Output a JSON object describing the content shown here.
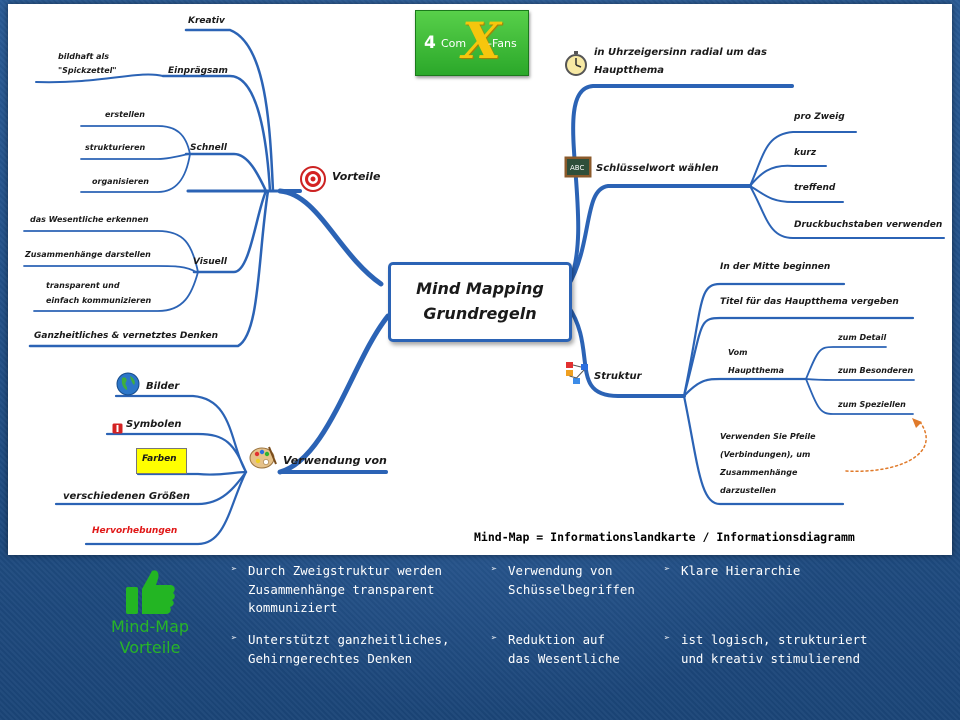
{
  "center": {
    "line1": "Mind Mapping",
    "line2": "Grundregeln"
  },
  "logo": {
    "four": "4",
    "com": "Com",
    "x": "X",
    "fans": "-Fans"
  },
  "caption": "Mind-Map = Informationslandkarte / Informationsdiagramm",
  "vorteile": {
    "label": "Vorteile",
    "kreativ": "Kreativ",
    "einpraegsam": "Einprägsam",
    "bildhaft_1": "bildhaft als",
    "bildhaft_2": "\"Spickzettel\"",
    "schnell": "Schnell",
    "erstellen": "erstellen",
    "strukturieren": "strukturieren",
    "organisieren": "organisieren",
    "visuell": "Visuell",
    "wesentliche": "das Wesentliche erkennen",
    "zusammenhaenge": "Zusammenhänge darstellen",
    "transparent_1": "transparent und",
    "transparent_2": "einfach kommunizieren",
    "ganzheitlich": "Ganzheitliches & vernetztes Denken"
  },
  "verwendung": {
    "label": "Verwendung von",
    "bilder": "Bilder",
    "symbolen": "Symbolen",
    "farben": "Farben",
    "groessen": "verschiedenen Größen",
    "hervorhebungen": "Hervorhebungen"
  },
  "uhrzeiger": {
    "line1": "in Uhrzeigersinn radial um das",
    "line2": "Hauptthema"
  },
  "schluessel": {
    "label": "Schlüsselwort wählen",
    "pro_zweig": "pro Zweig",
    "kurz": "kurz",
    "treffend": "treffend",
    "druck": "Druckbuchstaben verwenden"
  },
  "struktur": {
    "label": "Struktur",
    "mitte": "In der Mitte beginnen",
    "titel": "Titel für das Hauptthema vergeben",
    "vom_1": "Vom",
    "vom_2": "Hauptthema",
    "detail": "zum Detail",
    "besonderen": "zum Besonderen",
    "speziellen": "zum Speziellen",
    "pfeile_1": "Verwenden Sie Pfeile",
    "pfeile_2": "(Verbindungen), um",
    "pfeile_3": "Zusammenhänge",
    "pfeile_4": "darzustellen"
  },
  "bottom": {
    "thumb_line1": "Mind-Map",
    "thumb_line2": "Vorteile",
    "b1_1": "Durch Zweigstruktur werden",
    "b1_2": "Zusammenhänge transparent",
    "b1_3": "kommuniziert",
    "b2_1": "Verwendung von",
    "b2_2": "Schüsselbegriffen",
    "b3_1": "Klare Hierarchie",
    "b4_1": "Unterstützt ganzheitliches,",
    "b4_2": "Gehirngerechtes Denken",
    "b5_1": "Reduktion auf",
    "b5_2": "das Wesentliche",
    "b6_1": "ist logisch, strukturiert",
    "b6_2": "und kreativ stimulierend"
  },
  "colors": {
    "branch": "#2b63b5",
    "background": "#1d4a82",
    "highlight_yellow": "#ffff00",
    "red_text": "#e01818",
    "thumb_green": "#27b527",
    "arrow_orange": "#e07a2a"
  },
  "icons": [
    "target-icon",
    "abc-board-icon",
    "stopwatch-icon",
    "org-chart-icon",
    "palette-icon",
    "globe-icon",
    "pin-icon",
    "thumbs-up-icon",
    "bullet-arrow-icon"
  ]
}
